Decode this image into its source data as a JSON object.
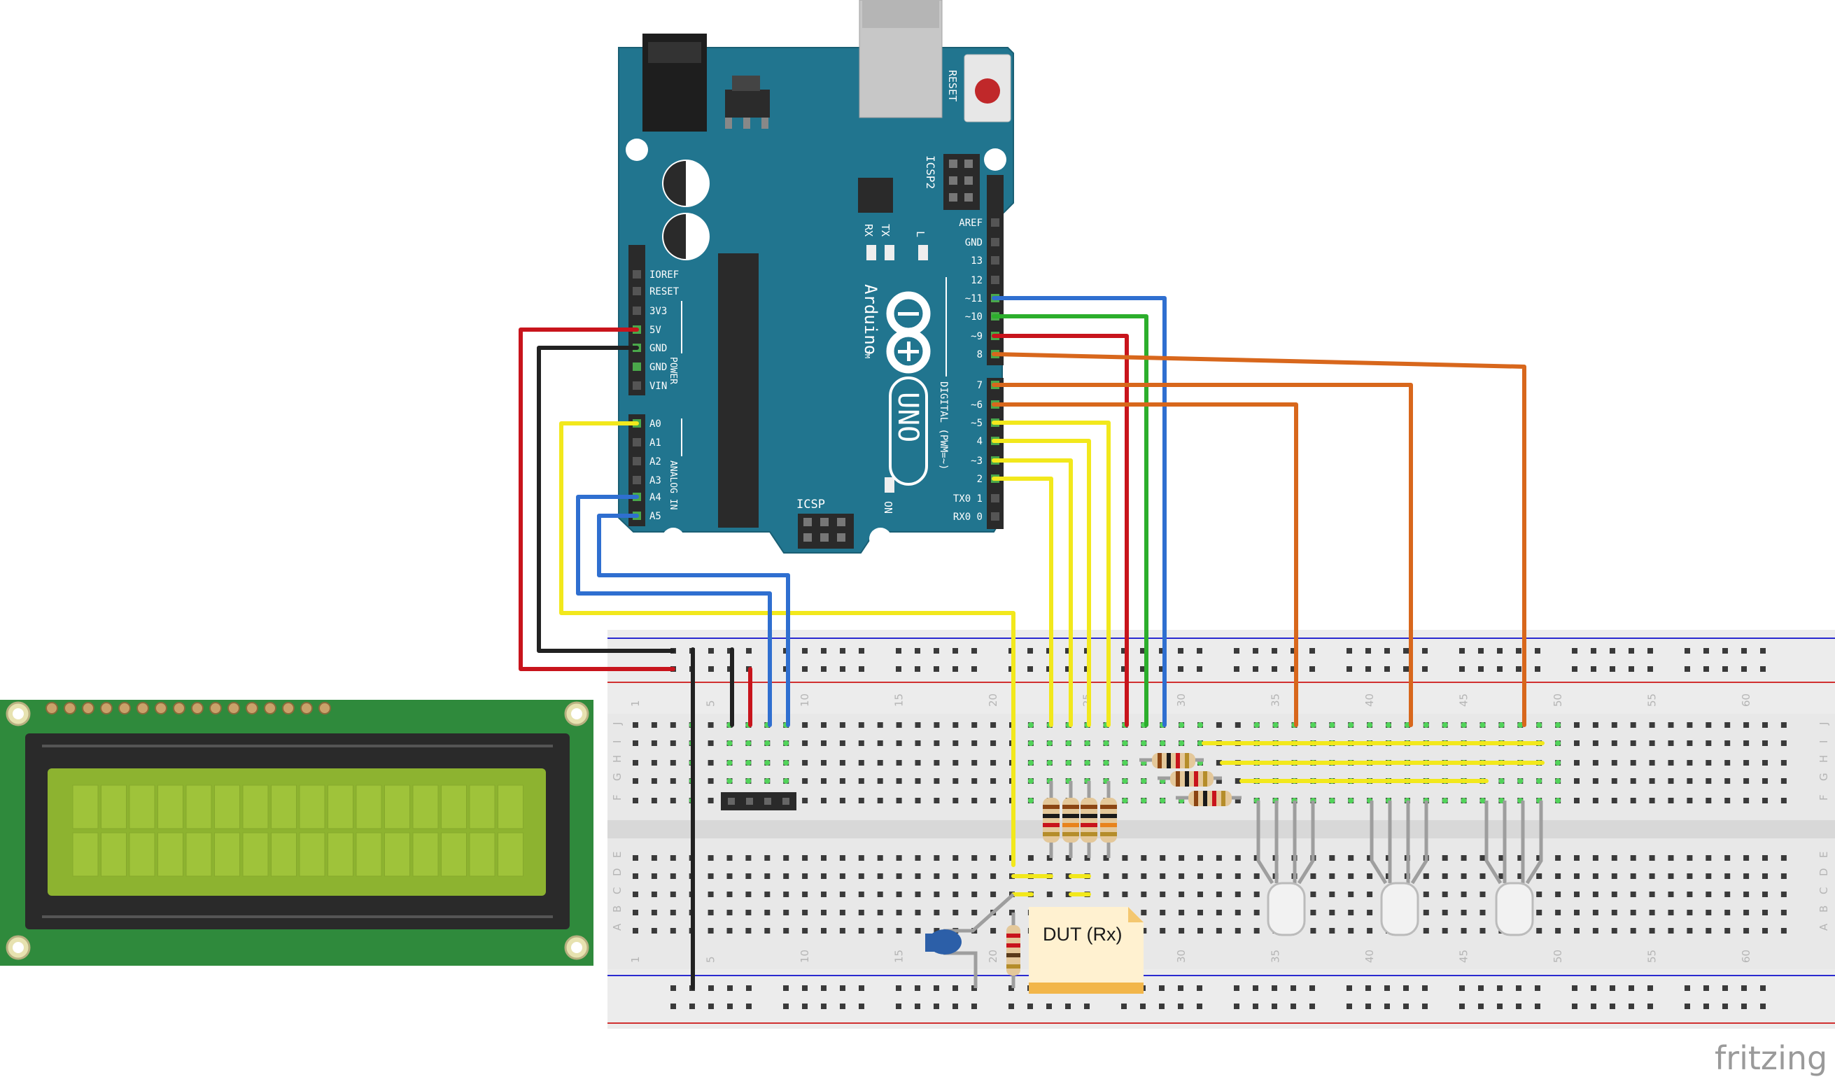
{
  "arduino": {
    "reset_label": "RESET",
    "icsp2_label": "ICSP2",
    "icsp_label": "ICSP",
    "tx_label": "TX",
    "rx_label": "RX",
    "l_label": "L",
    "on_label": "ON",
    "brand_label": "Arduino",
    "tm_label": "TM",
    "model_label": "UNO",
    "digital_label": "DIGITAL (PWM=~)",
    "power_label": "POWER",
    "analog_label": "ANALOG IN",
    "left_pins": [
      "IOREF",
      "RESET",
      "3V3",
      "5V",
      "GND",
      "GND",
      "VIN",
      "A0",
      "A1",
      "A2",
      "A3",
      "A4",
      "A5"
    ],
    "right_pins": [
      "AREF",
      "GND",
      "13",
      "12",
      "~11",
      "~10",
      "~9",
      "8",
      "7",
      "~6",
      "~5",
      "4",
      "~3",
      "2",
      "TX0 1",
      "RX0 0"
    ]
  },
  "breadboard": {
    "column_numbers": [
      "1",
      "5",
      "10",
      "15",
      "20",
      "25",
      "30",
      "35",
      "40",
      "45",
      "50",
      "55",
      "60"
    ],
    "row_letters_top": [
      "J",
      "I",
      "H",
      "G",
      "F"
    ],
    "row_letters_bottom": [
      "E",
      "D",
      "C",
      "B",
      "A"
    ]
  },
  "dut_label": "DUT (Rx)",
  "branding": "fritzing",
  "colors": {
    "arduino_board": "#21758f",
    "lcd_pcb": "#2f8a3c",
    "lcd_screen": "#8db330",
    "wire_red": "#c8141c",
    "wire_black": "#222222",
    "wire_yellow": "#f2e81c",
    "wire_blue": "#2f6fd0",
    "wire_green": "#2cae2c",
    "wire_orange": "#d8671c",
    "dut_body": "#fff1d0"
  }
}
